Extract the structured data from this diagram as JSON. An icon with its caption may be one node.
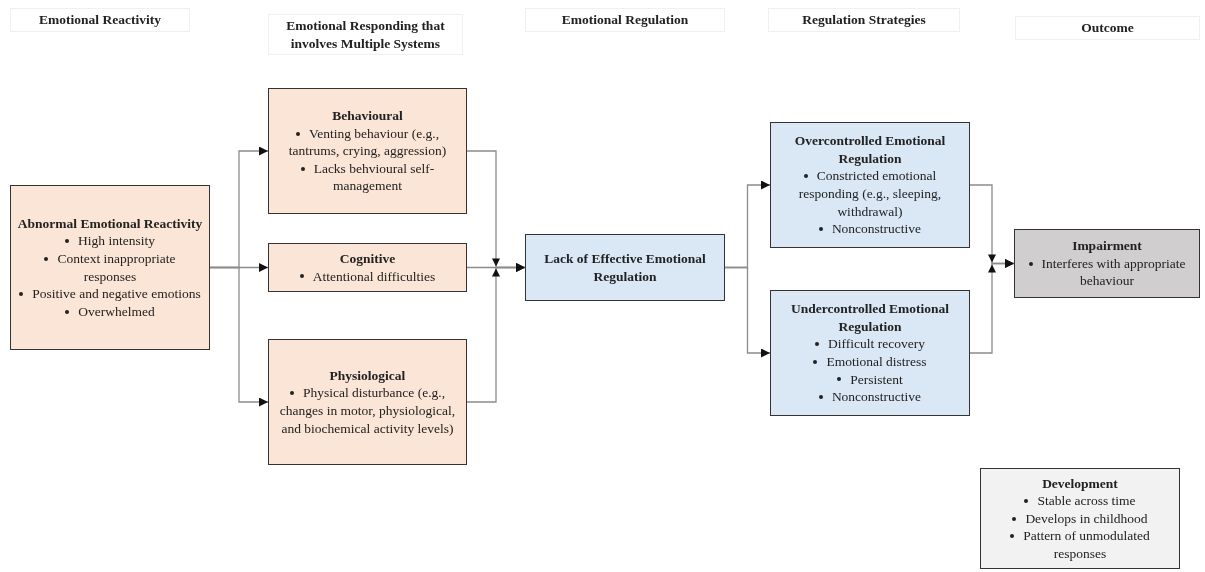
{
  "diagram": {
    "nodes": [
      {
        "text": [
          "Abnormal Emotional Reactivity",
          "High intensity",
          "Context inappropriate responses",
          "Positive and negative emotions",
          "Overwhelmed"
        ]
      },
      {
        "text": [
          "Behavioural",
          "Venting behaviour (e.g., tantrums, crying, aggression)",
          "Lacks behvioural self-management"
        ]
      },
      {
        "text": [
          "Cognitive",
          "Attentional difficulties"
        ]
      },
      {
        "text": [
          "Physiological",
          "Physical disturbance (e.g., changes in motor, physiological, and biochemical activity levels)"
        ]
      },
      {
        "text": [
          "Lack of Effective Emotional Regulation"
        ]
      },
      {
        "text": [
          "Overcontrolled Emotional Regulation",
          "Constricted emotional responding (e.g., sleeping, withdrawal)",
          "Nonconstructive"
        ]
      },
      {
        "text": [
          "Undercontrolled Emotional Regulation",
          "Difficult recovery",
          "Emotional distress",
          "Persistent",
          "Nonconstructive"
        ]
      },
      {
        "text": [
          "Impairment",
          "Interferes with appropriate behaviour"
        ]
      },
      {
        "text": [
          "Development",
          "Stable across time",
          "Develops in childhood",
          "Pattern of unmodulated responses"
        ]
      }
    ],
    "edges": [
      {
        "from": 0,
        "to": 1,
        "arrow": "to"
      },
      {
        "from": 0,
        "to": 2,
        "arrow": "to"
      },
      {
        "from": 0,
        "to": 3,
        "arrow": "to"
      },
      {
        "from": 1,
        "to": 4,
        "arrow": "to"
      },
      {
        "from": 2,
        "to": 4,
        "arrow": "to"
      },
      {
        "from": 3,
        "to": 4,
        "arrow": "to"
      },
      {
        "from": 4,
        "to": 5,
        "arrow": "to"
      },
      {
        "from": 4,
        "to": 6,
        "arrow": "to"
      },
      {
        "from": 5,
        "to": 7,
        "arrow": "to"
      },
      {
        "from": 6,
        "to": 7,
        "arrow": "to"
      }
    ],
    "labels": [
      "Emotional Reactivity",
      "Emotional Responding that involves Multiple Systems",
      "Emotional Regulation",
      "Regulation Strategies",
      "Outcome"
    ]
  }
}
